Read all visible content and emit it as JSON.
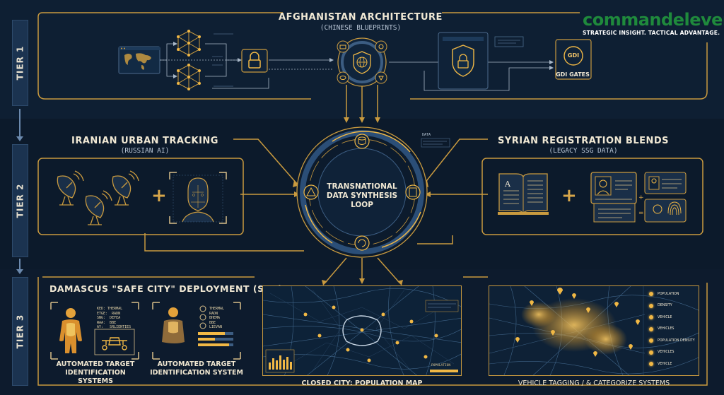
{
  "brand": {
    "logo_part1": "command",
    "logo_part2": "eleven",
    "tagline": "STRATEGIC INSIGHT. TACTICAL ADVANTAGE."
  },
  "tiers": [
    "TIER 1",
    "TIER 2",
    "TIER 3"
  ],
  "tier1": {
    "title": "AFGHANISTAN ARCHITECTURE",
    "subtitle": "(CHINESE BLUEPRINTS)",
    "gdi_badge": "GDI",
    "gdi_label": "GDI GATES"
  },
  "tier2": {
    "left_title": "IRANIAN URBAN TRACKING",
    "left_subtitle": "(RUSSIAN AI)",
    "right_title": "SYRIAN REGISTRATION BLENDS",
    "right_subtitle": "(LEGACY SSG DATA)",
    "loop_label": "TRANSNATIONAL\nDATA SYNTHESIS\nLOOP",
    "loop_data_tag": "DATA",
    "plus": "+"
  },
  "tier3": {
    "title": "DAMASCUS \"SAFE CITY\" DEPLOYMENT (STG)",
    "card1_caption": "AUTOMATED TARGET\nIDENTIFICATION SYSTEMS",
    "card2_caption": "AUTOMATED TARGET\nIDENTIFICATION SYSTEM",
    "card1_readout": "KED: THERMAL\nETGE:  RADN\nSNG:  DEFEA\nWAA:  BBE\nAY:   SRLIENTIES",
    "card2_readout": "THERMAL\nRADN\nBHEMA\nBBE\nLIEVAN",
    "map1_caption": "CLOSED CITY: POPULATION MAP",
    "map2_caption": "VEHICLE TAGGING / & CATEGORIZE SYSTEMS",
    "map1_tag": "POPULATION",
    "legend": [
      "POPULATION",
      "DENSITY",
      "VEHICLE",
      "VEHICLES",
      "POPULATION DENSITY",
      "VEHICLES",
      "VEHICLE"
    ]
  },
  "colors": {
    "gold": "#c99a3f",
    "gold_bright": "#f1b845",
    "navy": "#0d1b2c",
    "tab": "#1b3350",
    "logo_green": "#1f8a3c"
  },
  "icons": [
    "world-map-icon",
    "network-node-icon",
    "padlock-icon",
    "shield-icon",
    "globe-shield-icon",
    "satellite-dish-icon",
    "face-scan-icon",
    "book-icon",
    "id-card-icon",
    "fingerprint-icon",
    "thermal-body-icon",
    "drone-icon",
    "map-pin-icon",
    "database-icon",
    "document-icon",
    "cycle-icon",
    "triangle-network-icon"
  ]
}
